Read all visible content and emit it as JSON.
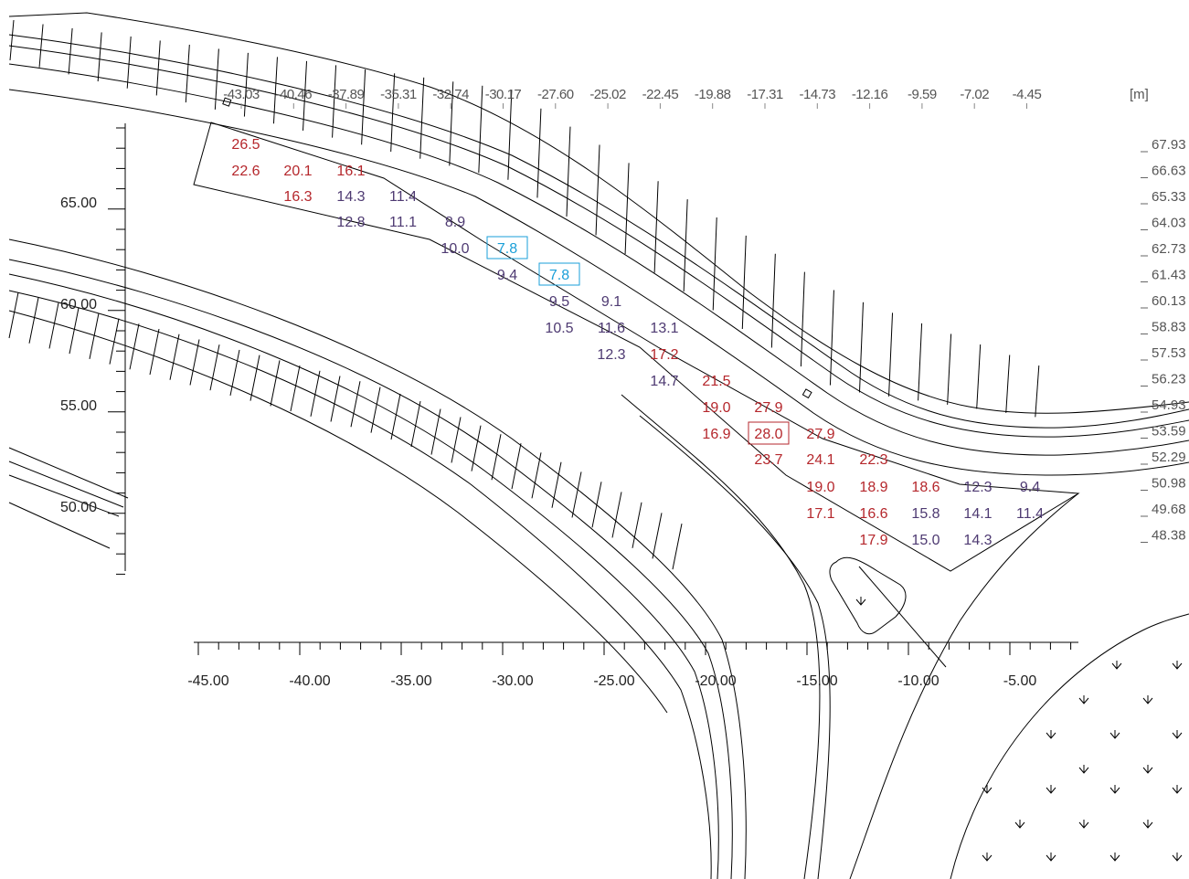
{
  "drawing": {
    "unit_label": "[m]",
    "colors": {
      "high": "#b5272c",
      "mid": "#4e3a72",
      "low": "#1a9fd8",
      "lines": "#000000",
      "scale_text": "#555555"
    },
    "top_scale": {
      "labels": [
        "-43.03",
        "-40.46",
        "-37.89",
        "-35.31",
        "-32.74",
        "-30.17",
        "-27.60",
        "-25.02",
        "-22.45",
        "-19.88",
        "-17.31",
        "-14.73",
        "-12.16",
        "-9.59",
        "-7.02",
        "-4.45"
      ]
    },
    "right_scale": {
      "labels": [
        "67.93",
        "66.63",
        "65.33",
        "64.03",
        "62.73",
        "61.43",
        "60.13",
        "58.83",
        "57.53",
        "56.23",
        "54.93",
        "53.59",
        "52.29",
        "50.98",
        "49.68",
        "48.38"
      ]
    },
    "x_axis": {
      "labels": [
        "-45.00",
        "-40.00",
        "-35.00",
        "-30.00",
        "-25.00",
        "-20.00",
        "-15.00",
        "-10.00",
        "-5.00"
      ]
    },
    "y_axis": {
      "labels": [
        "65.00",
        "60.00",
        "55.00",
        "50.00"
      ]
    },
    "readings": [
      {
        "v": "26.5",
        "c": "high",
        "box": false
      },
      {
        "v": "22.6",
        "c": "high",
        "box": false
      },
      {
        "v": "20.1",
        "c": "high",
        "box": false
      },
      {
        "v": "16.1",
        "c": "high",
        "box": false
      },
      {
        "v": "16.3",
        "c": "high",
        "box": false
      },
      {
        "v": "14.3",
        "c": "mid",
        "box": false
      },
      {
        "v": "11.4",
        "c": "mid",
        "box": false
      },
      {
        "v": "12.8",
        "c": "mid",
        "box": false
      },
      {
        "v": "11.1",
        "c": "mid",
        "box": false
      },
      {
        "v": "8.9",
        "c": "mid",
        "box": false
      },
      {
        "v": "10.0",
        "c": "mid",
        "box": false
      },
      {
        "v": "7.8",
        "c": "low",
        "box": true
      },
      {
        "v": "9.4",
        "c": "mid",
        "box": false
      },
      {
        "v": "7.8",
        "c": "low",
        "box": true
      },
      {
        "v": "9.5",
        "c": "mid",
        "box": false
      },
      {
        "v": "9.1",
        "c": "mid",
        "box": false
      },
      {
        "v": "10.5",
        "c": "mid",
        "box": false
      },
      {
        "v": "11.6",
        "c": "mid",
        "box": false
      },
      {
        "v": "13.1",
        "c": "mid",
        "box": false
      },
      {
        "v": "12.3",
        "c": "mid",
        "box": false
      },
      {
        "v": "17.2",
        "c": "high",
        "box": false
      },
      {
        "v": "14.7",
        "c": "mid",
        "box": false
      },
      {
        "v": "21.5",
        "c": "high",
        "box": false
      },
      {
        "v": "19.0",
        "c": "high",
        "box": false
      },
      {
        "v": "27.9",
        "c": "high",
        "box": false
      },
      {
        "v": "16.9",
        "c": "high",
        "box": false
      },
      {
        "v": "28.0",
        "c": "high",
        "box": true
      },
      {
        "v": "27.9",
        "c": "high",
        "box": false
      },
      {
        "v": "23.7",
        "c": "high",
        "box": false
      },
      {
        "v": "24.1",
        "c": "high",
        "box": false
      },
      {
        "v": "22.3",
        "c": "high",
        "box": false
      },
      {
        "v": "19.0",
        "c": "high",
        "box": false
      },
      {
        "v": "18.9",
        "c": "high",
        "box": false
      },
      {
        "v": "18.6",
        "c": "high",
        "box": false
      },
      {
        "v": "12.3",
        "c": "mid",
        "box": false
      },
      {
        "v": "9.4",
        "c": "mid",
        "box": false
      },
      {
        "v": "17.1",
        "c": "high",
        "box": false
      },
      {
        "v": "16.6",
        "c": "high",
        "box": false
      },
      {
        "v": "15.8",
        "c": "mid",
        "box": false
      },
      {
        "v": "14.1",
        "c": "mid",
        "box": false
      },
      {
        "v": "11.4",
        "c": "mid",
        "box": false
      },
      {
        "v": "17.9",
        "c": "high",
        "box": false
      },
      {
        "v": "15.0",
        "c": "mid",
        "box": false
      },
      {
        "v": "14.3",
        "c": "mid",
        "box": false
      }
    ]
  }
}
